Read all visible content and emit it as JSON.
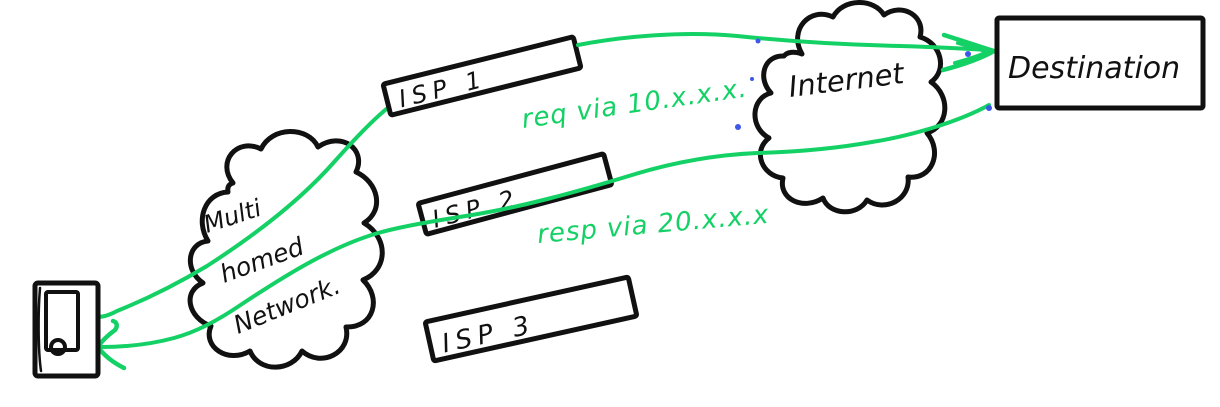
{
  "colors": {
    "ink": "#111111",
    "green": "#14d166",
    "blue": "#3d57e8",
    "paper": "#ffffff"
  },
  "nodes": {
    "multihomed_cloud": {
      "lines": [
        "Multi",
        "homed",
        "Network."
      ]
    },
    "isp1": {
      "label": "ISP 1"
    },
    "isp2": {
      "label": "ISP 2"
    },
    "isp3": {
      "label": "ISP 3"
    },
    "internet_cloud": {
      "label": "Internet"
    },
    "destination": {
      "label": "Destination"
    }
  },
  "flows": {
    "request": {
      "label": "req via 10.x.x.x."
    },
    "response": {
      "label": "resp via 20.x.x.x"
    }
  }
}
